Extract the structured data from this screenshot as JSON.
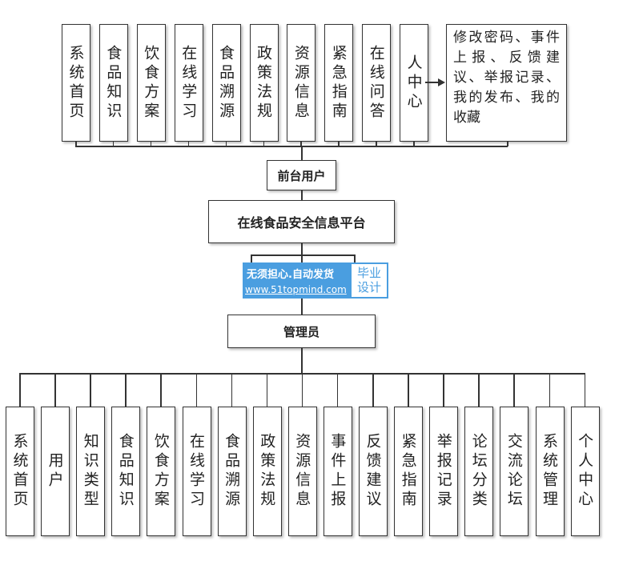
{
  "front_modules": [
    "系统首页",
    "食品知识",
    "饮食方案",
    "在线学习",
    "食品溯源",
    "政策法规",
    "资源信息",
    "紧急指南",
    "在线问答",
    "人中心"
  ],
  "personal_center_detail": "修改密码、事件上报、反馈建议、举报记录、我的发布、我的收藏",
  "front_user": "前台用户",
  "platform": "在线食品安全信息平台",
  "admin": "管理员",
  "admin_modules": [
    "系统首页",
    "用户",
    "知识类型",
    "食品知识",
    "饮食方案",
    "在线学习",
    "食品溯源",
    "政策法规",
    "资源信息",
    "事件上报",
    "反馈建议",
    "紧急指南",
    "举报记录",
    "论坛分类",
    "交流论坛",
    "系统管理",
    "个人中心"
  ],
  "watermark": {
    "line1": "无须担心.自动发货",
    "line2": "www.51topmind.com",
    "badge": "毕业设计"
  }
}
